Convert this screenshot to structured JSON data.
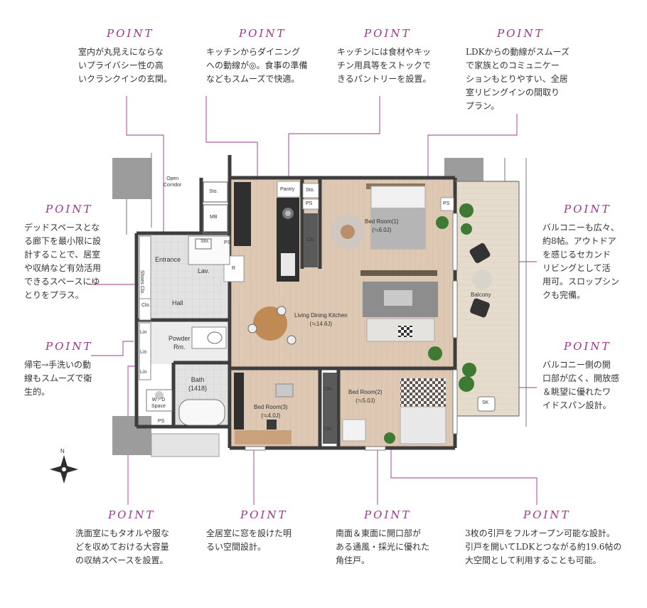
{
  "points": [
    {
      "id": "top1",
      "heading": "POINT",
      "text": [
        "室内が丸見えにならな",
        "いプライバシー性の高",
        "いクランクインの玄関。"
      ]
    },
    {
      "id": "top2",
      "heading": "POINT",
      "text": [
        "キッチンからダイニング",
        "への動線が◎。食事の準備",
        "などもスムーズで快適。"
      ]
    },
    {
      "id": "top3",
      "heading": "POINT",
      "text": [
        "キッチンには食材やキッ",
        "チン用具等をストックで",
        "きるパントリーを設置。"
      ]
    },
    {
      "id": "top4",
      "heading": "POINT",
      "text": [
        "LDKからの動線がスムーズ",
        "で家族とのコミュニケー",
        "ションもとりやすい、全居",
        "室リビングインの間取り",
        "プラン。"
      ]
    },
    {
      "id": "left1",
      "heading": "POINT",
      "text": [
        "デッドスペースとな",
        "る廊下を最小限に設",
        "計することで、居室",
        "や収納など有効活用",
        "できるスペースにゆ",
        "とりをプラス。"
      ]
    },
    {
      "id": "left2",
      "heading": "POINT",
      "text": [
        "帰宅→手洗いの動",
        "線もスムーズで衛",
        "生的。"
      ]
    },
    {
      "id": "right1",
      "heading": "POINT",
      "text": [
        "バルコニーも広々、",
        "約8帖。アウトドア",
        "を感じるセカンド",
        "リビングとして活",
        "用可。スロップシン",
        "クも完備。"
      ]
    },
    {
      "id": "right2",
      "heading": "POINT",
      "text": [
        "バルコニー側の開",
        "口部が広く、開放感",
        "＆眺望に優れたワ",
        "イドスパン設計。"
      ]
    },
    {
      "id": "bot1",
      "heading": "POINT",
      "text": [
        "洗面室にもタオルや服な",
        "どを収めておける大容量",
        "の収納スペースを設置。"
      ]
    },
    {
      "id": "bot2",
      "heading": "POINT",
      "text": [
        "全居室に窓を設けた明",
        "るい空間設計。"
      ]
    },
    {
      "id": "bot3",
      "heading": "POINT",
      "text": [
        "南面＆東面に開口部が",
        "ある通風・採光に優れた",
        "角住戸。"
      ]
    },
    {
      "id": "bot4",
      "heading": "POINT",
      "text": [
        "3枚の引戸をフルオープン可能な設計。",
        "引戸を開いてLDKとつながる約19.6帖の",
        "大空間として利用することも可能。"
      ]
    }
  ],
  "rooms": {
    "open_corridor": [
      "Open",
      "Corridor"
    ],
    "entrance": "Entrance",
    "hall": "Hall",
    "lav": "Lav.",
    "powder": [
      "Powder",
      "Rm."
    ],
    "bath": [
      "Bath",
      "(1418)"
    ],
    "wd_space": [
      "W／D",
      "Space"
    ],
    "ldk": [
      "Living Dining Kitchen",
      "(≒14.6J)"
    ],
    "bed1": [
      "Bed Room(1)",
      "(≒6.0J)"
    ],
    "bed2": [
      "Bed Room(2)",
      "(≒5.0J)"
    ],
    "bed3": [
      "Bed Room(3)",
      "(≒4.0J)"
    ],
    "balcony": "Balcony",
    "pantry": "Pantry",
    "sto1": "Sto.",
    "sto2": "Sto.",
    "sto3": "Sto.",
    "mb": "MB",
    "ps": [
      "PS",
      "PS",
      "PS",
      "PS"
    ],
    "r": "R",
    "sk": "SK",
    "clo": [
      "Clo.",
      "Clo.",
      "Clo.",
      "Clo."
    ],
    "shoes_clo": "Shoes Clo.",
    "lin": [
      "Lin",
      "Lin",
      "Lin"
    ]
  },
  "compass": {
    "north": "N"
  },
  "colors": {
    "accent": "#a0348c",
    "floor": "#dcc9b5",
    "wall": "#3d3d3d",
    "tile": "#d8d8d8"
  }
}
